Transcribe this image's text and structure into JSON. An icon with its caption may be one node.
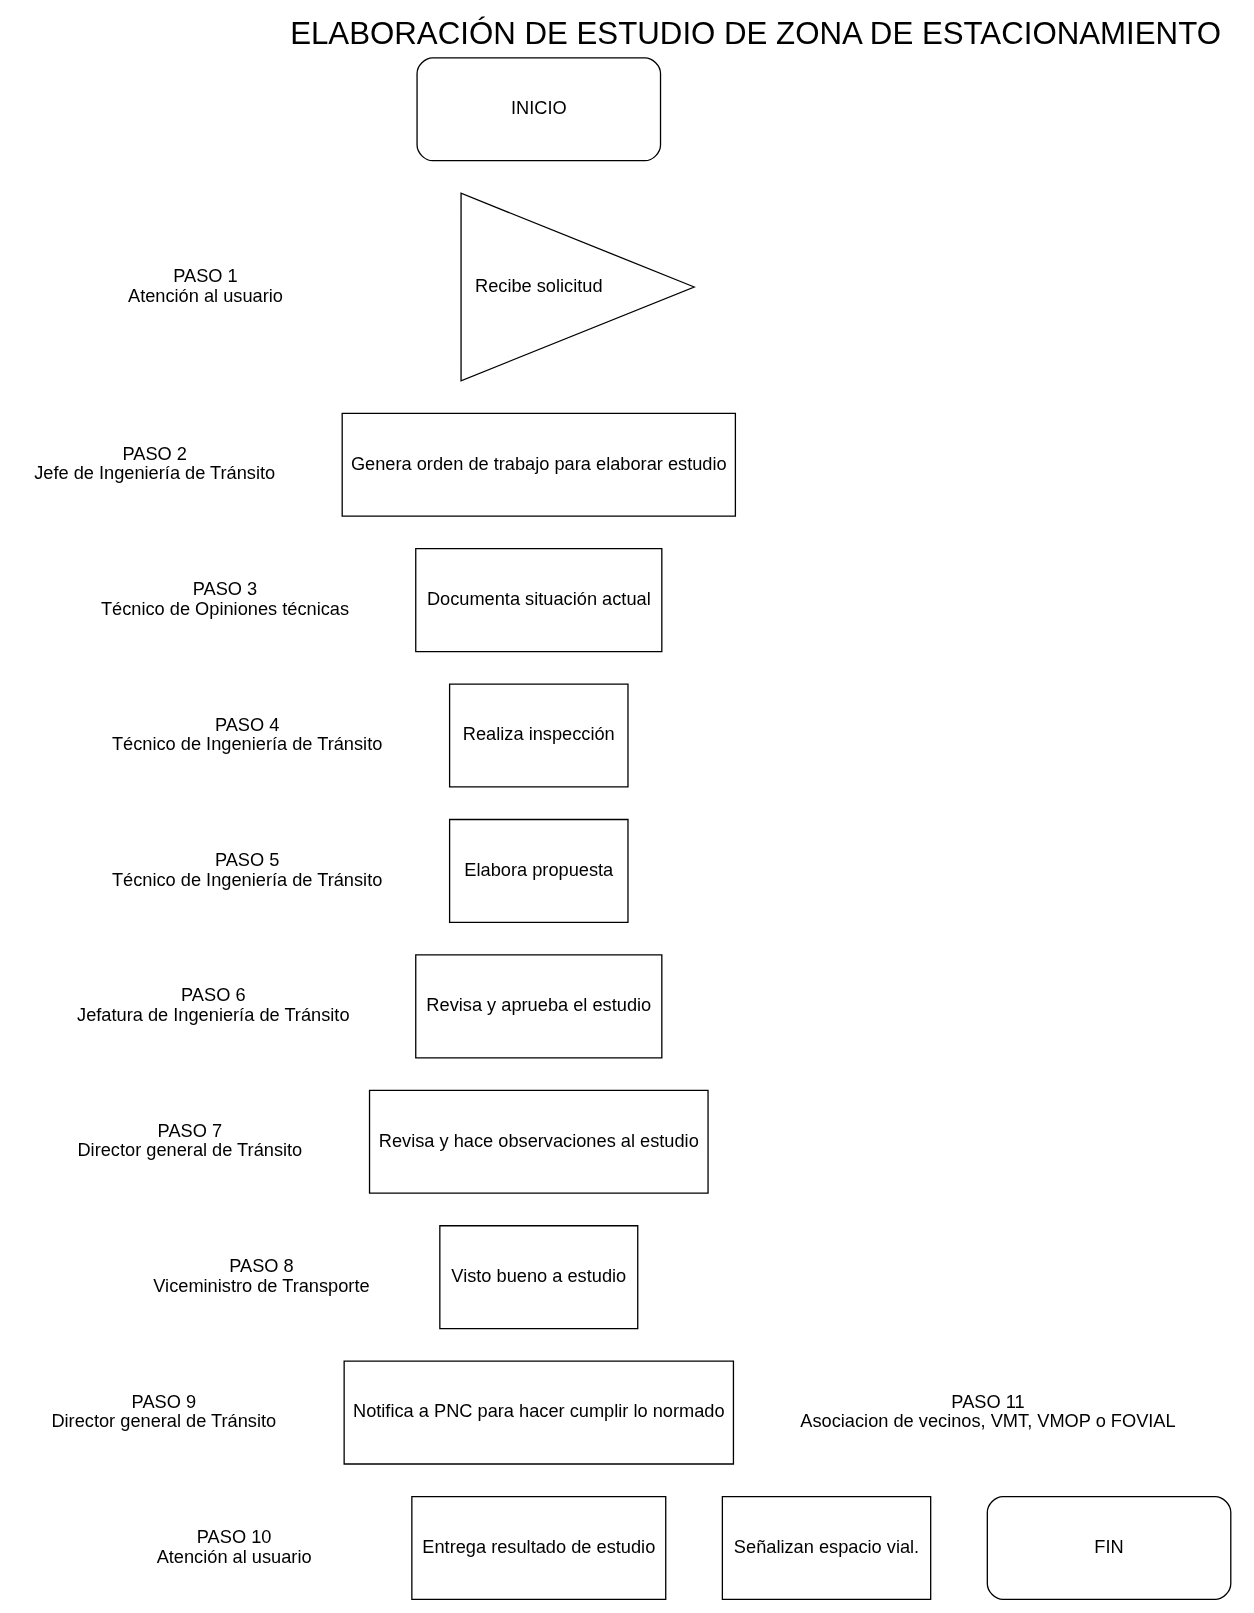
{
  "diagram": {
    "title": "ELABORACIÓN DE ESTUDIO DE ZONA DE ESTACIONAMIENTO",
    "nodes": [
      {
        "text": [
          "INICIO"
        ]
      },
      {
        "text": [
          "Recibe solicitud"
        ],
        "beside": [
          "PASO 1",
          "Atención al usuario"
        ]
      },
      {
        "text": [
          "Genera orden de trabajo para elaborar estudio"
        ],
        "beside": [
          "PASO 2",
          "Jefe de Ingeniería de Tránsito"
        ]
      },
      {
        "text": [
          "Documenta situación actual"
        ],
        "beside": [
          "PASO 3",
          "Técnico de Opiniones técnicas"
        ]
      },
      {
        "text": [
          "Realiza inspección"
        ],
        "beside": [
          "PASO 4",
          "Técnico de Ingeniería de Tránsito"
        ]
      },
      {
        "text": [
          "Elabora propuesta"
        ],
        "beside": [
          "PASO 5",
          "Técnico de Ingeniería de Tránsito"
        ]
      },
      {
        "text": [
          "Revisa y aprueba el estudio"
        ],
        "beside": [
          "PASO 6",
          "Jefatura de Ingeniería de Tránsito"
        ]
      },
      {
        "text": [
          "Revisa y hace observaciones al estudio"
        ],
        "beside": [
          "PASO 7",
          "Director general de Tránsito"
        ]
      },
      {
        "text": [
          "Visto bueno a estudio"
        ],
        "beside": [
          "PASO 8",
          "Viceministro de Transporte"
        ]
      },
      {
        "text": [
          "Notifica a PNC para hacer cumplir lo normado"
        ],
        "beside": [
          "PASO 9",
          "Director general de Tránsito"
        ]
      },
      {
        "text": [
          "Entrega resultado de estudio"
        ],
        "beside": [
          "PASO 10",
          "Atención al usuario"
        ]
      },
      {
        "text": [
          "Señalizan espacio vial."
        ],
        "beside": [
          "PASO 11",
          "Asociacion de vecinos, VMT, VMOP o FOVIAL"
        ]
      },
      {
        "text": [
          "FIN"
        ]
      }
    ],
    "edges": []
  }
}
